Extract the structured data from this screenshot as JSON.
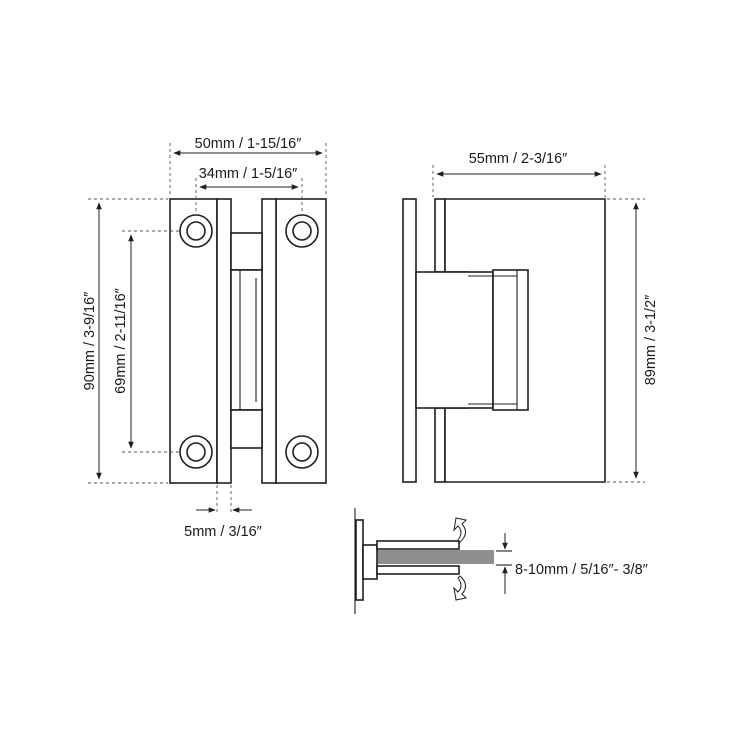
{
  "dimensions": {
    "overall_width": "50mm / 1-15/16″",
    "hole_spacing_width": "34mm / 1-5/16″",
    "overall_height": "90mm / 3-9/16″",
    "hole_spacing_height": "69mm / 2-11/16″",
    "gap": "5mm / 3/16″",
    "side_width": "55mm / 2-3/16″",
    "side_height": "89mm / 3-1/2″",
    "glass_thickness": "8-10mm / 5/16″- 3/8″"
  }
}
